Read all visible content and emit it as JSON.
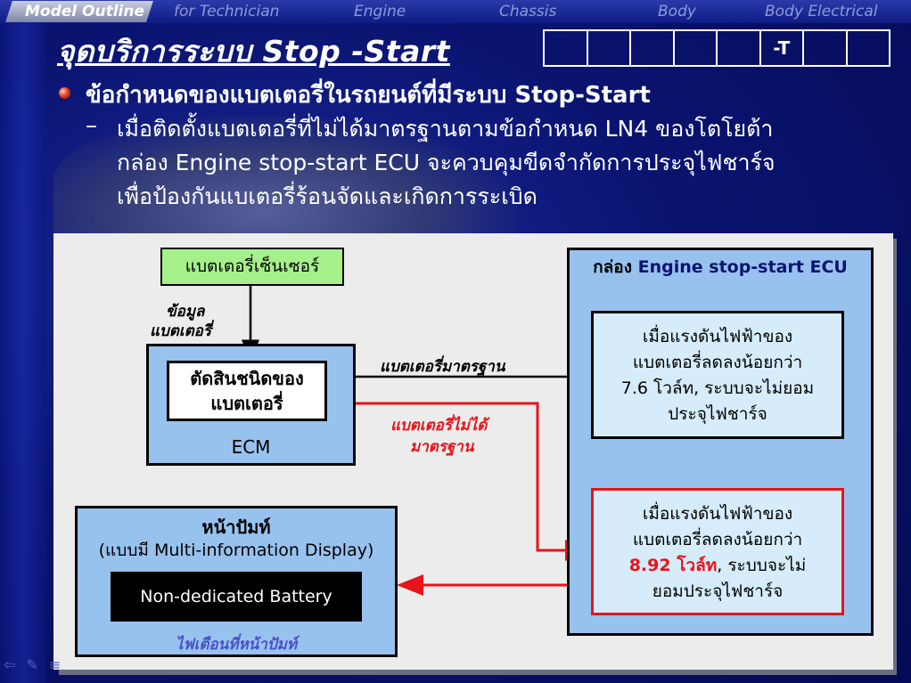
{
  "nav": {
    "tabs": [
      "Model Outline",
      "for Technician",
      "Engine",
      "Chassis",
      "Body",
      "Body Electrical"
    ]
  },
  "title": "จุดบริการระบบ Stop -Start",
  "code_row": [
    "",
    "",
    "",
    "",
    "",
    "-T",
    "",
    ""
  ],
  "bullet": {
    "main": "ข้อกำหนดของแบตเตอรี่ในรถยนต์ที่มีระบบ Stop-Start",
    "dash": "–",
    "sub_lines": [
      "เมื่อติดตั้งแบตเตอรี่ที่ไม่ได้มาตรฐานตามข้อกำหนด LN4 ของโตโยต้า",
      "กล่อง Engine stop-start ECU จะควบคุมขีดจำกัดการประจุไฟชาร์จ",
      "เพื่อป้องกันแบเตอรี่ร้อนจัดและเกิดการระเบิด"
    ]
  },
  "diagram": {
    "sensor_label": "แบตเตอรี่เซ็นเซอร์",
    "battery_data_label": [
      "ข้อมูล",
      "แบตเตอรี่"
    ],
    "ecm_inner": [
      "ตัดสินชนิดของ",
      "แบตเตอรี่"
    ],
    "ecm_label": "ECM",
    "standard_label": "แบตเตอรี่มาตรฐาน",
    "nonstandard_label": [
      "แบตเตอรี่ไม่ได้",
      "มาตรฐาน"
    ],
    "stop_ecu_prefix": "กล่อง ",
    "stop_ecu_name": "Engine stop-start ECU",
    "std_box": [
      "เมื่อแรงดันไฟฟ้าของ",
      "แบตเตอรี่ลดลงน้อยกว่า",
      "7.6 โวล์ท, ระบบจะไม่ยอม",
      "ประจุไฟชาร์จ"
    ],
    "nonstd_box": {
      "line1": "เมื่อแรงดันไฟฟ้าของ",
      "line2": "แบตเตอรี่ลดลงน้อยกว่า",
      "voltage": "8.92 โวล์ท",
      "line3_rest": ", ระบบจะไม่",
      "line4": "ยอมประจุไฟชาร์จ"
    },
    "meter_title": "หน้าปัมท์",
    "meter_sub": "(แบบมี Multi-information Display)",
    "meter_display": "Non-dedicated Battery",
    "meter_warn": "ไฟเตือนที่หน้าปัมท์"
  },
  "colors": {
    "background": "#050a55",
    "red_arrow": "#e8141a",
    "sensor_green": "#a6f08c",
    "box_blue": "#98c2ee"
  },
  "icons": [
    "back-arrow-icon",
    "pen-icon",
    "menu-icon"
  ]
}
